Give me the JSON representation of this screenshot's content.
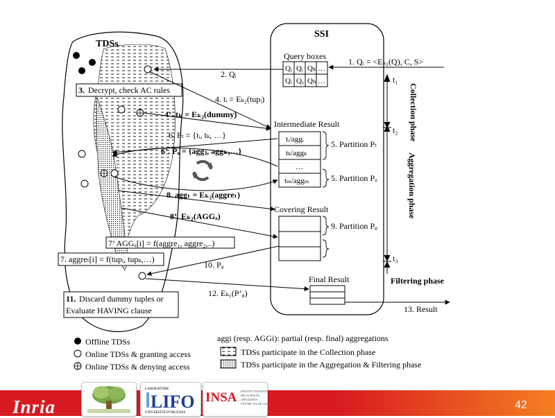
{
  "title_tdss": "TDSs",
  "title_ssi": "SSI",
  "query_boxes": {
    "label": "Query boxes",
    "row1": [
      "Qᵢ",
      "Qᵢ",
      "Qₖ",
      "…"
    ],
    "row2": [
      "Qᵢ",
      "Qᵧ",
      "Qₕ",
      "…"
    ]
  },
  "steps": {
    "s1": "1. Qᵢ = <Eₖ₁(Q), C, S>",
    "s2": "2. Qᵢ",
    "s3_num": "3.",
    "s3": "Decrypt, check AC rules",
    "s4": "4. tᵢ = Eₖ₂(tupᵢ)",
    "s4p": "4’. tₖ = Eₖ₂(dummy)",
    "s6": "6. Pₜ = {tᵢ, tₖ, …}",
    "s6p": "6’. Pₐ = {aggⱼ, aggₖ,…}",
    "s8": "8. aggₜ = Eₖ₂(aggreₜ)",
    "s8p": "8’. Eₖ₂(AGGₐ)",
    "s7p": "7’ AGGₐ[i] = f(aggre₁, aggre₂,..)",
    "s7": "7. aggreₜ[i] = f(tupᵢ, tupₖ,…)",
    "s10": "10. Pᵩ",
    "s11_num": "11.",
    "s11_line1": "Discard dummy tuples or",
    "s11_line2": "Evaluate HAVING clause",
    "s12": "12. Eₖ₁(P’ᵩ)",
    "s13": "13. Result"
  },
  "intermediate": {
    "label": "Intermediate Result",
    "cells": [
      "tᵢ/aggᵢ",
      "tₖ/aggₖ",
      "…",
      "tₘ/aggₘ"
    ],
    "partition_t": "5. Partition Pₜ",
    "partition_u": "5. Partition Pᵤ"
  },
  "covering": {
    "label": "Covering Result",
    "partition_z": "9. Partition Pᵩ"
  },
  "final_result": "Final Result",
  "timeline": {
    "t1": "t₁",
    "t2": "t₂",
    "t3": "t₃",
    "collection": "Collection phase",
    "aggregation": "Aggregation phase",
    "filtering": "Filtering phase"
  },
  "legend": {
    "offline": "Offline TDSs",
    "granting": "Online TDSs & granting access",
    "denying": "Online TDSs & denying access",
    "aggi": "aggi (resp. AGGi): partial (resp. final) aggregations",
    "collection": "TDSs participate in the Collection phase",
    "agg_filter": "TDSs participate in the Aggregation & Filtering phase"
  },
  "footer": {
    "inria": "Inria",
    "page_number": "42",
    "logos": [
      "inria-logo",
      "tree-logo",
      "lifo-logo",
      "insa-logo"
    ],
    "accent_color": "#d71920"
  }
}
